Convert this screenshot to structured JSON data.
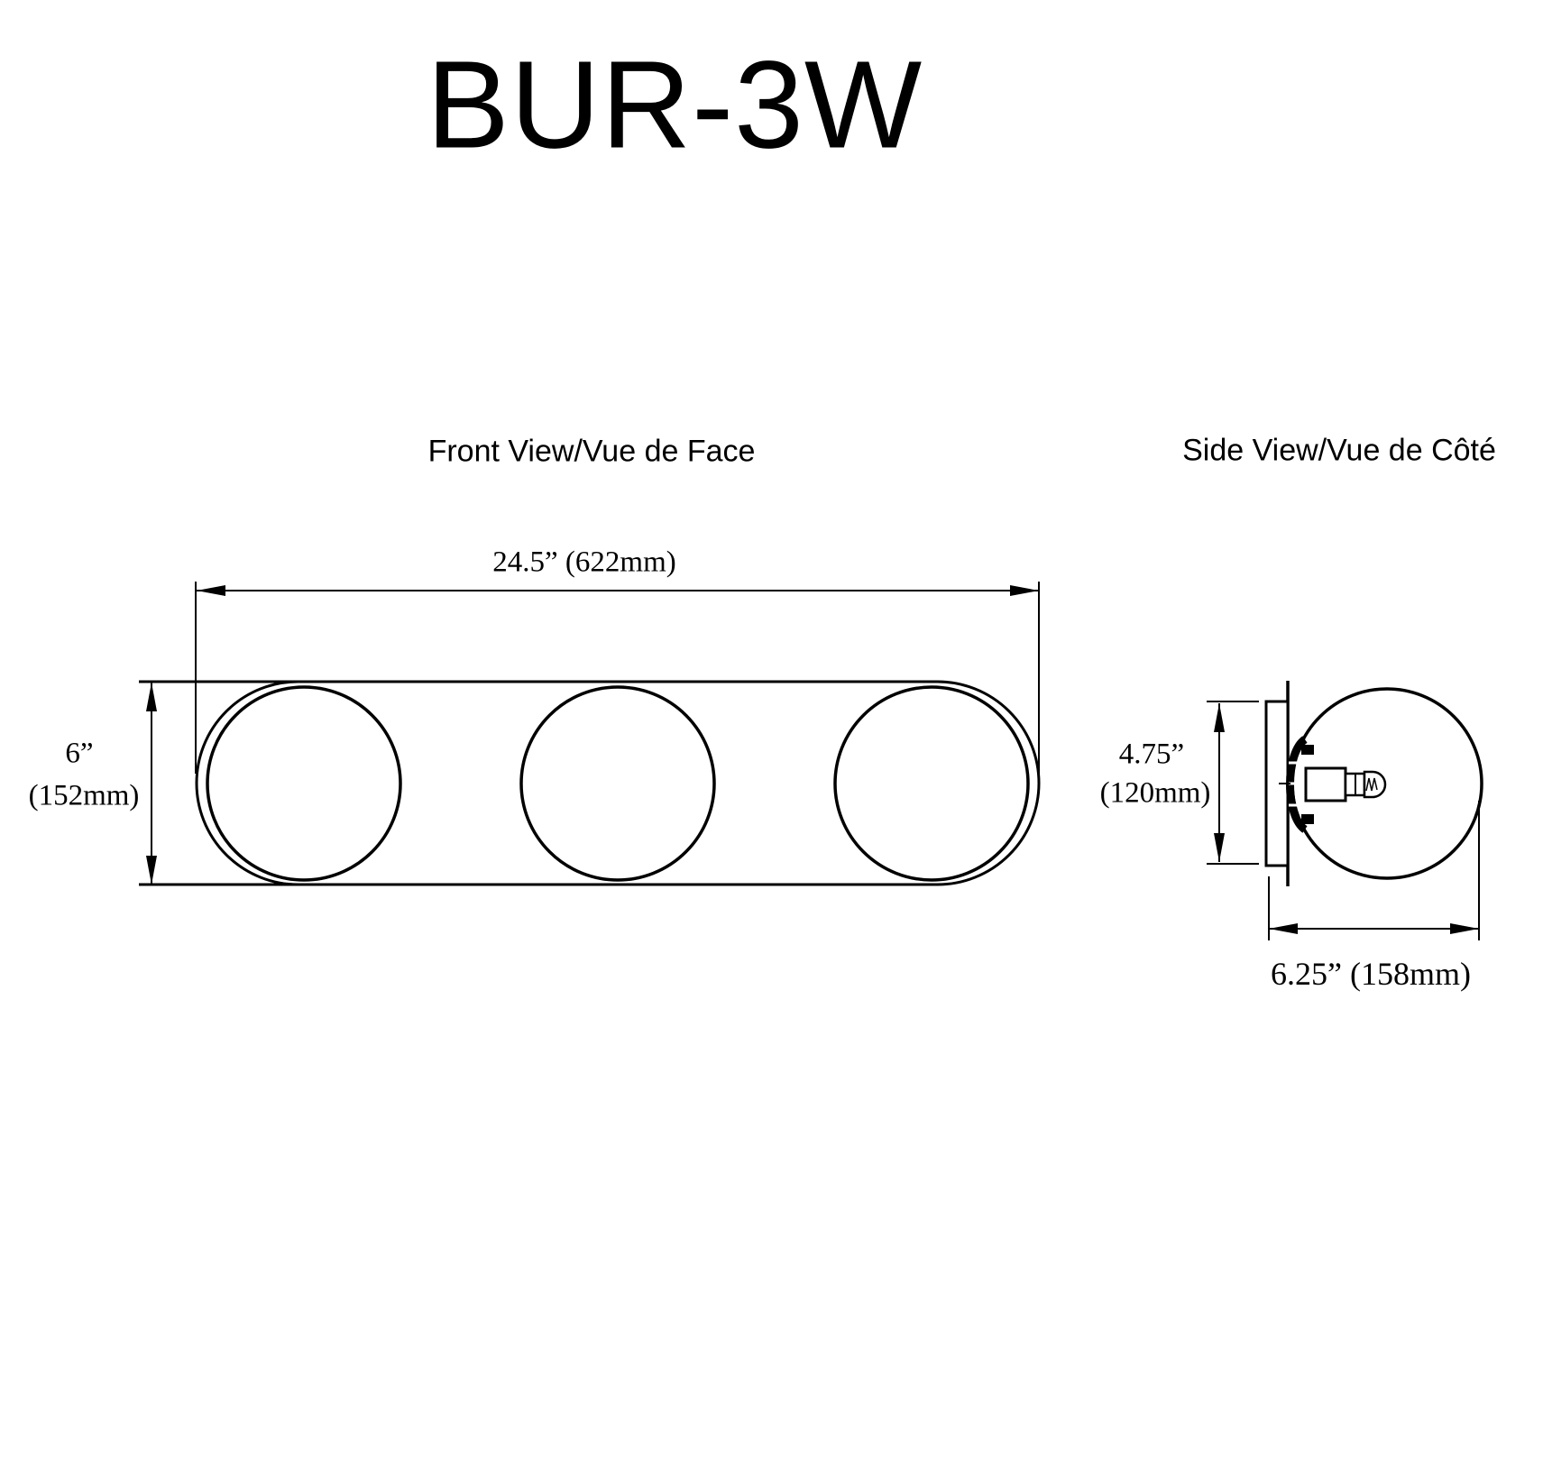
{
  "title": "BUR-3W",
  "colors": {
    "line": "#000000",
    "background": "#ffffff",
    "text": "#000000"
  },
  "views": {
    "front": {
      "label": "Front View/Vue de Face",
      "dimensions": {
        "width": "24.5” (622mm)",
        "height_in": "6”",
        "height_mm": "(152mm)"
      }
    },
    "side": {
      "label": "Side View/Vue de Côté",
      "dimensions": {
        "height_in": "4.75”",
        "height_mm": "(120mm)",
        "depth": "6.25” (158mm)"
      }
    }
  }
}
